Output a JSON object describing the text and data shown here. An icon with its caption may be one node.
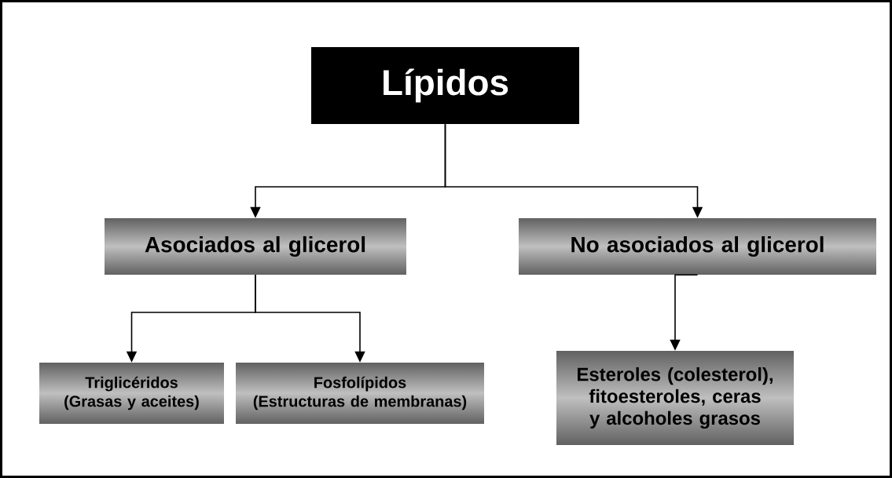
{
  "diagram": {
    "nodes": [
      {
        "text": [
          "Lípidos"
        ]
      },
      {
        "text": [
          "Asociados al glicerol"
        ]
      },
      {
        "text": [
          "No asociados al glicerol"
        ]
      },
      {
        "text": [
          "Triglicéridos",
          "(Grasas y aceites)"
        ]
      },
      {
        "text": [
          "Fosfolípidos",
          "(Estructuras de membranas)"
        ]
      },
      {
        "text": [
          "Esteroles (colesterol), fitoesteroles, ceras y alcoholes grasos"
        ]
      }
    ],
    "edges": [
      {
        "from": 0,
        "to": 1,
        "arrow": "to"
      },
      {
        "from": 0,
        "to": 2,
        "arrow": "to"
      },
      {
        "from": 1,
        "to": 3,
        "arrow": "to"
      },
      {
        "from": 1,
        "to": 4,
        "arrow": "to"
      },
      {
        "from": 2,
        "to": 5,
        "arrow": "to"
      }
    ]
  }
}
